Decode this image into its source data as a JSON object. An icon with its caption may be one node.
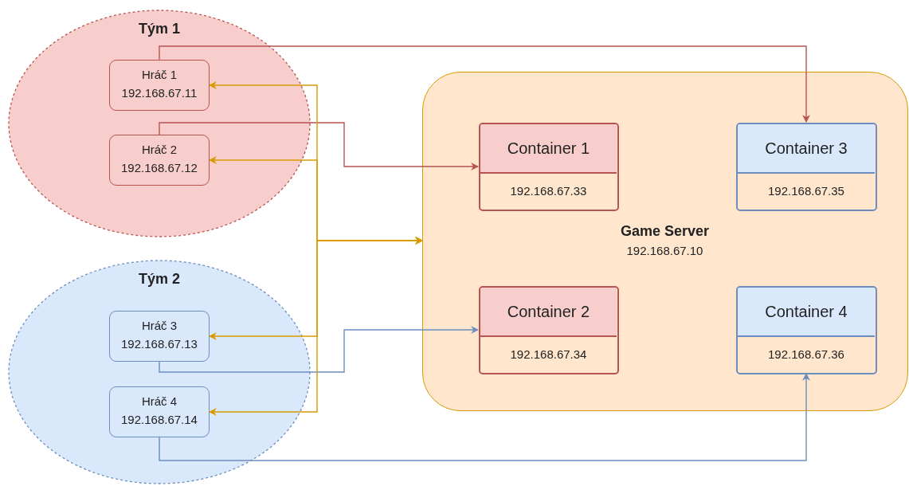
{
  "diagram": {
    "nodes": [
      {
        "text": [
          "Tým 1"
        ]
      },
      {
        "text": [
          "Hráč 1",
          "192.168.67.11"
        ],
        "in": 0
      },
      {
        "text": [
          "Hráč 2",
          "192.168.67.12"
        ],
        "in": 0
      },
      {
        "text": [
          "Tým 2"
        ]
      },
      {
        "text": [
          "Hráč 3",
          "192.168.67.13"
        ],
        "in": 3
      },
      {
        "text": [
          "Hráč 4",
          "192.168.67.14"
        ],
        "in": 3
      },
      {
        "text": [
          "Game Server",
          "192.168.67.10"
        ]
      },
      {
        "text": [
          "Container 1",
          "192.168.67.33"
        ],
        "in": 6
      },
      {
        "text": [
          "Container 3",
          "192.168.67.35"
        ],
        "in": 6
      },
      {
        "text": [
          "Container 2",
          "192.168.67.34"
        ],
        "in": 6
      },
      {
        "text": [
          "Container 4",
          "192.168.67.36"
        ],
        "in": 6
      }
    ],
    "edges": [
      {
        "from": 1,
        "to": 8,
        "arrow": "to",
        "color": "#b85450"
      },
      {
        "from": 2,
        "to": 7,
        "arrow": "to",
        "color": "#b85450"
      },
      {
        "from": 4,
        "to": 9,
        "arrow": "to",
        "color": "#6c8ebf"
      },
      {
        "from": 5,
        "to": 10,
        "arrow": "to",
        "color": "#6c8ebf"
      },
      {
        "from": 1,
        "to": 6,
        "arrow": "both",
        "color": "#d79b00"
      },
      {
        "from": 2,
        "to": 6,
        "arrow": "both",
        "color": "#d79b00"
      },
      {
        "from": 4,
        "to": 6,
        "arrow": "both",
        "color": "#d79b00"
      },
      {
        "from": 5,
        "to": 6,
        "arrow": "both",
        "color": "#d79b00"
      }
    ]
  }
}
